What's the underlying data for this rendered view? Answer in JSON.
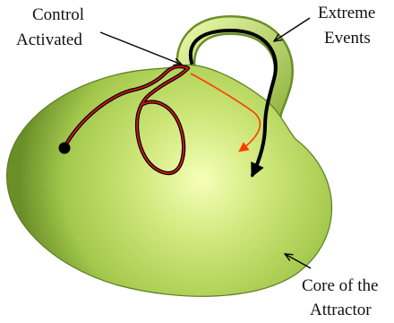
{
  "labels": {
    "control_line1": "Control",
    "control_line2": "Activated",
    "extreme_line1": "Extreme",
    "extreme_line2": "Events",
    "core_line1": "Core of the",
    "core_line2": "Attractor"
  },
  "colors": {
    "body_light": "#f6ffb8",
    "body_mid": "#b5d85a",
    "body_dark": "#6a8e28",
    "trajectory_outline": "#000000",
    "trajectory_core": "#d11a1a",
    "controlled_path": "#ff3a00",
    "extreme_path": "#000000"
  }
}
